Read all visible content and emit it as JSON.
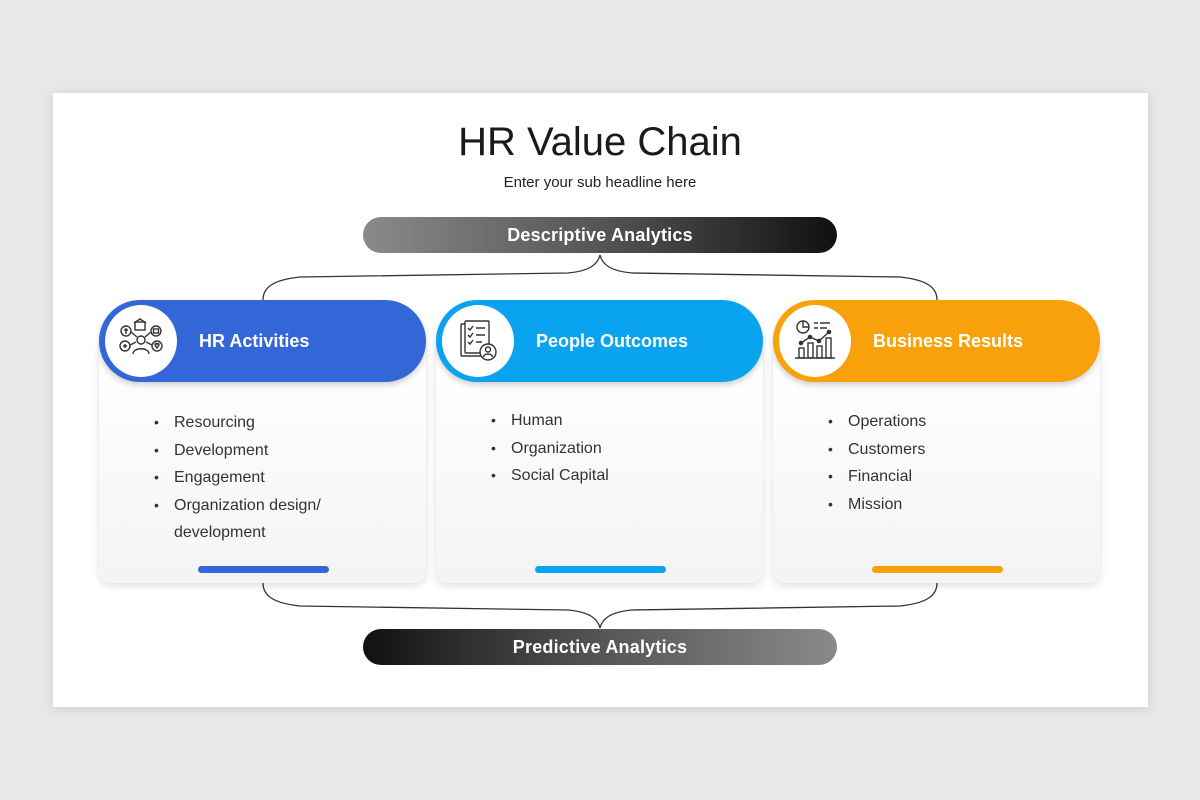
{
  "title": "HR Value Chain",
  "subtitle": "Enter your sub headline here",
  "top_band": "Descriptive Analytics",
  "bottom_band": "Predictive Analytics",
  "colors": {
    "activities": "#3366d6",
    "outcomes": "#0aa3f0",
    "results": "#f9a10a"
  },
  "cards": [
    {
      "title": "HR Activities",
      "icon": "people-network-icon",
      "items": [
        "Resourcing",
        "Development",
        "Engagement",
        "Organization design/",
        "development"
      ]
    },
    {
      "title": "People Outcomes",
      "icon": "checklist-person-icon",
      "items": [
        "Human",
        "Organization",
        "Social Capital"
      ]
    },
    {
      "title": "Business Results",
      "icon": "growth-chart-icon",
      "items": [
        "Operations",
        "Customers",
        "Financial",
        "Mission"
      ]
    }
  ]
}
